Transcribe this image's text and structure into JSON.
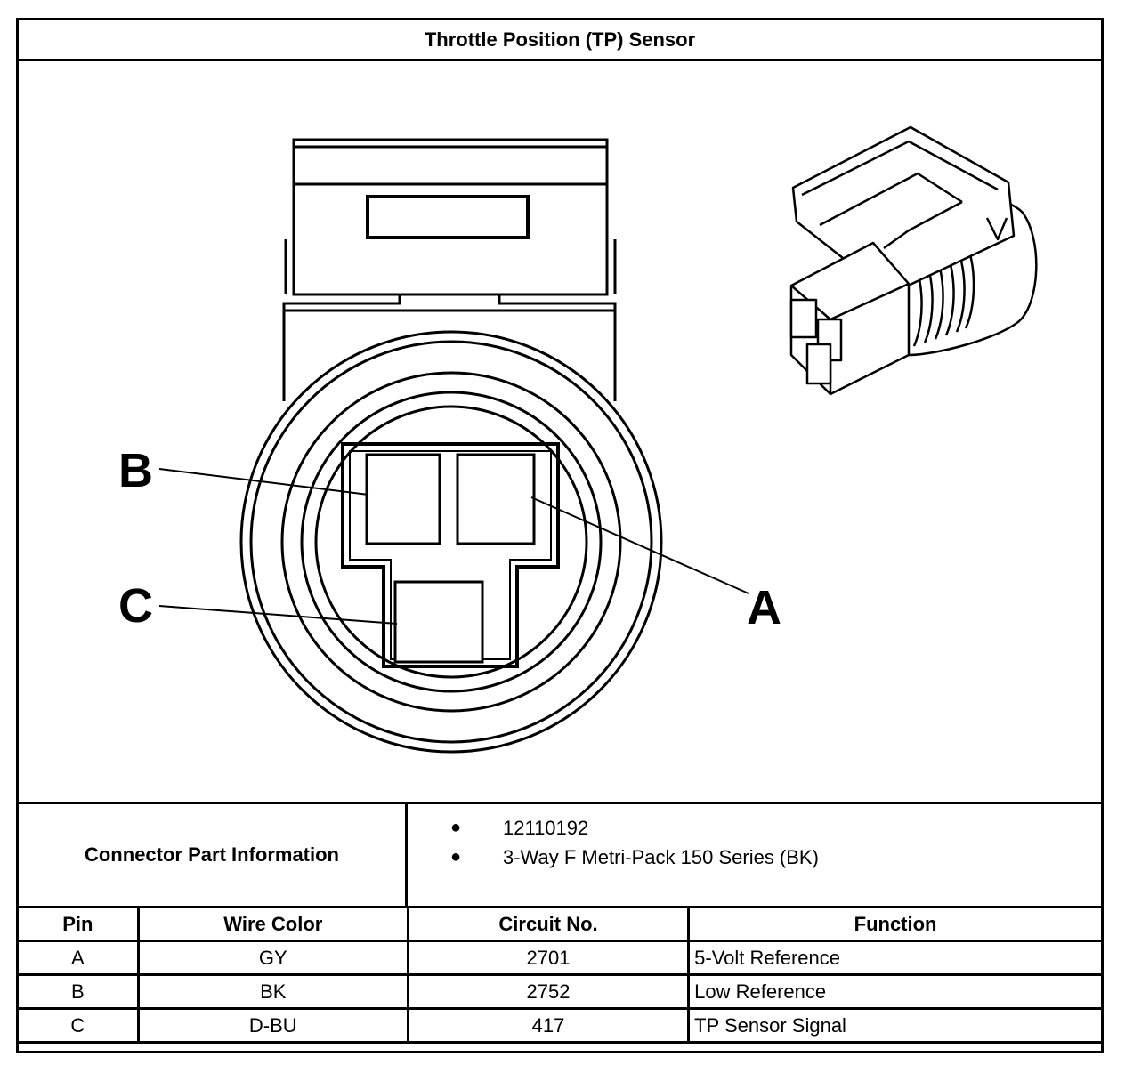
{
  "title": "Throttle Position (TP) Sensor",
  "diagram": {
    "callouts": {
      "a": "A",
      "b": "B",
      "c": "C"
    }
  },
  "connector_info": {
    "label": "Connector Part Information",
    "items": [
      "12110192",
      "3-Way F Metri-Pack 150 Series (BK)"
    ]
  },
  "table": {
    "headers": [
      "Pin",
      "Wire Color",
      "Circuit No.",
      "Function"
    ],
    "rows": [
      [
        "A",
        "GY",
        "2701",
        "5-Volt Reference"
      ],
      [
        "B",
        "BK",
        "2752",
        "Low Reference"
      ],
      [
        "C",
        "D-BU",
        "417",
        "TP Sensor Signal"
      ]
    ]
  }
}
